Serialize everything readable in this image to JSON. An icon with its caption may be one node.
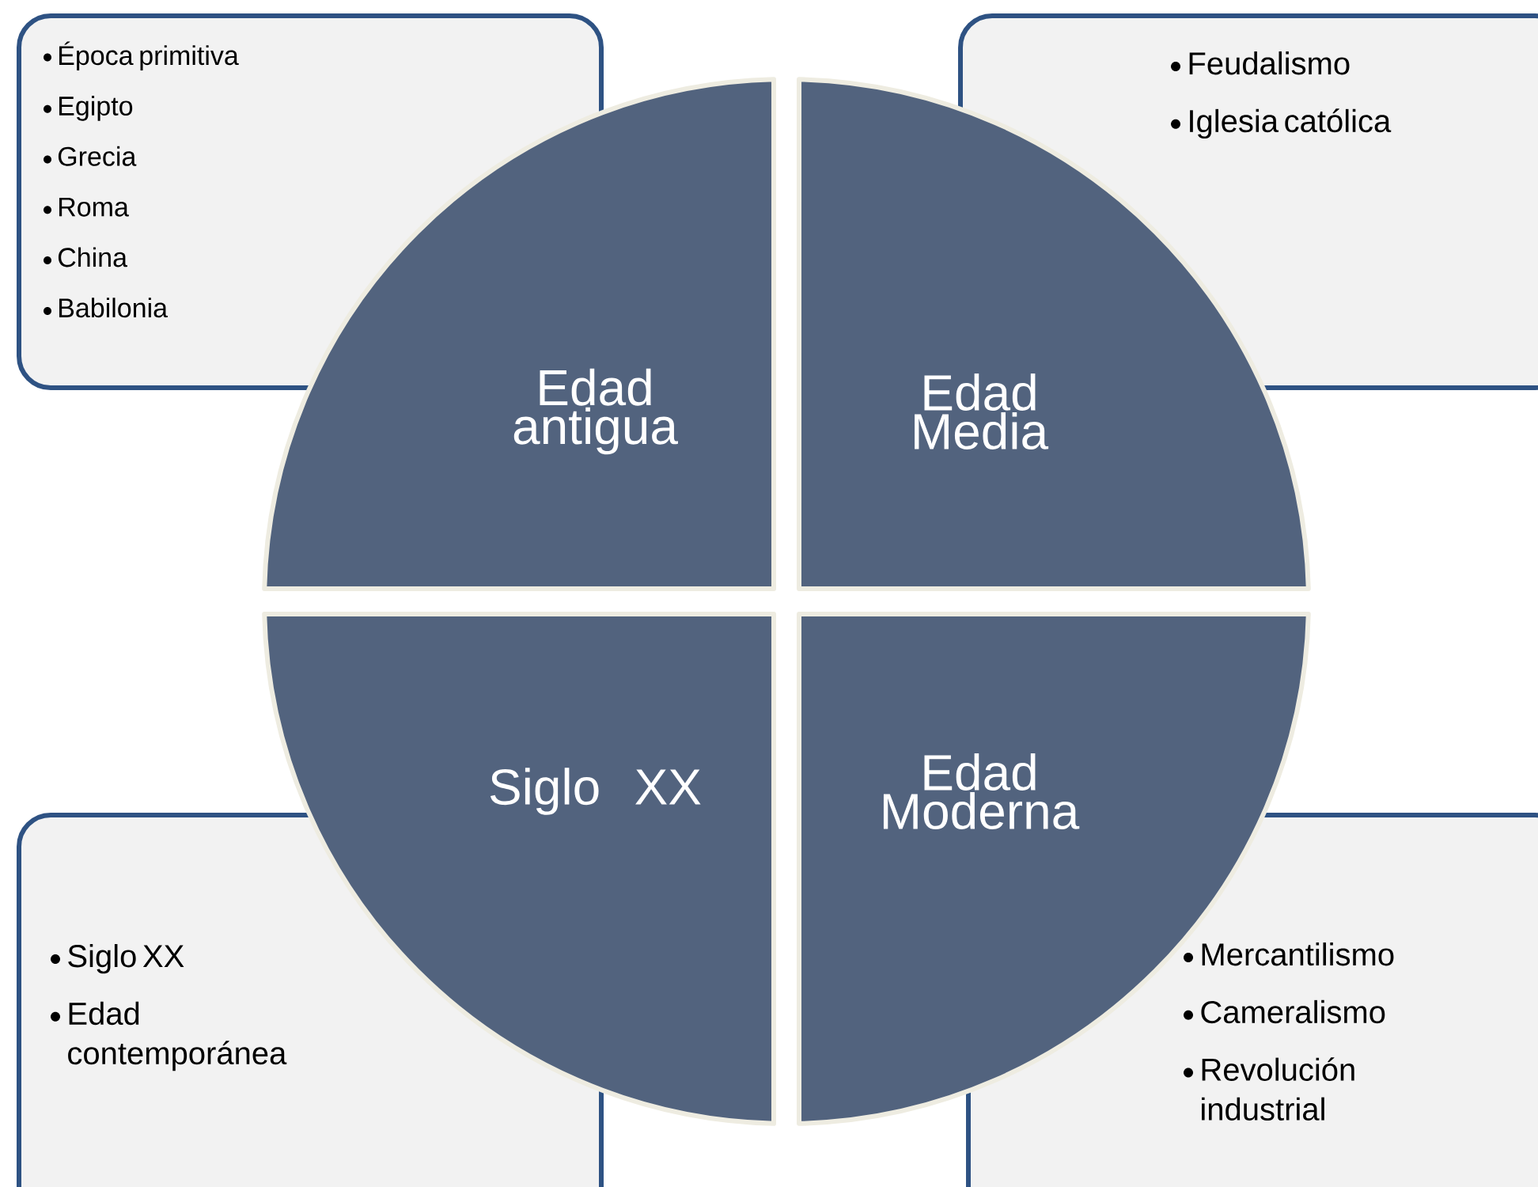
{
  "diagram": {
    "nodes": [
      {
        "text": [
          "Época primitiva",
          "Egipto",
          "Grecia",
          "Roma",
          "China",
          "Babilonia"
        ]
      },
      {
        "text": [
          "Feudalismo",
          "Iglesia católica"
        ]
      },
      {
        "text": [
          "Edad antigua"
        ]
      },
      {
        "text": [
          "Edad Media"
        ]
      },
      {
        "text": [
          "Siglo XX"
        ]
      },
      {
        "text": [
          "Edad Moderna"
        ]
      },
      {
        "text": [
          "Siglo XX",
          "Edad contemporánea"
        ]
      },
      {
        "text": [
          "Mercantilismo",
          "Cameralismo",
          "Revolución industrial"
        ]
      }
    ]
  }
}
